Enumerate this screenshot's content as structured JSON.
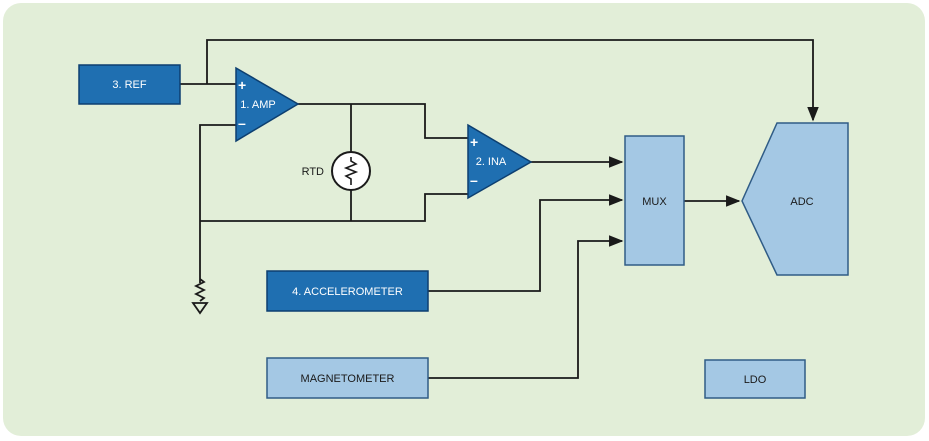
{
  "blocks": {
    "ref": "3. REF",
    "amp": "1. AMP",
    "ina": "2. INA",
    "rtd": "RTD",
    "accelerometer": "4. ACCELEROMETER",
    "magnetometer": "MAGNETOMETER",
    "mux": "MUX",
    "adc": "ADC",
    "ldo": "LDO"
  },
  "symbols": {
    "plus": "+",
    "minus": "–"
  },
  "colors": {
    "background": "#e2eed8",
    "dark_block": "#1f6fb1",
    "dark_border": "#0d3f70",
    "light_block": "#a4c8e4",
    "light_border": "#305c86",
    "wire": "#1a1a1a"
  }
}
